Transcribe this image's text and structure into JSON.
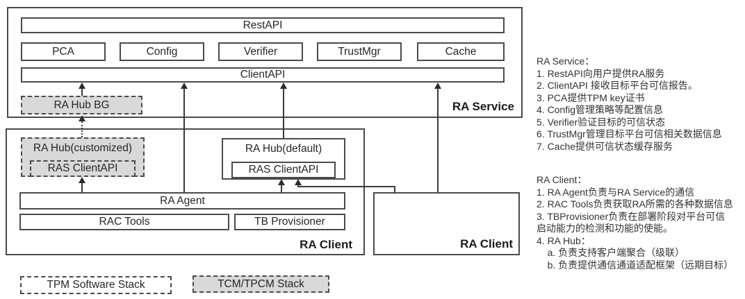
{
  "colors": {
    "border": "#4a4a4a",
    "gray_fill": "#d9d9d9",
    "line": "#3a3a3a",
    "text": "#262626"
  },
  "service": {
    "label": "RA Service",
    "rest_api": "RestAPI",
    "modules": [
      "PCA",
      "Config",
      "Verifier",
      "TrustMgr",
      "Cache"
    ],
    "client_api": "ClientAPI",
    "hub_bg": "RA Hub BG"
  },
  "client": {
    "label": "RA Client",
    "hub_customized": "RA Hub(customized)",
    "hub_customized_api": "RAS ClientAPI",
    "hub_default": "RA Hub(default)",
    "hub_default_api": "RAS ClientAPI",
    "agent": "RA Agent",
    "rac_tools": "RAC Tools",
    "tb_provisioner": "TB Provisioner"
  },
  "client_right": {
    "label": "RA Client"
  },
  "legend": {
    "tpm": "TPM Software Stack",
    "tcm": "TCM/TPCM Stack"
  },
  "notes": {
    "service_title": "RA Service：",
    "service_items": [
      "1. RestAPI向用户提供RA服务",
      "2. ClientAPI 接收目标平台可信报告。",
      "3. PCA提供TPM key证书",
      "4. Config管理策略等配置信息",
      "5. Verifier验证目标的可信状态",
      "6. TrustMgr管理目标平台可信相关数据信息",
      "7. Cache提供可信状态缓存服务"
    ],
    "client_title": "RA Client：",
    "client_items": [
      "1. RA Agent负责与RA Service的通信",
      "2. RAC Tools负责获取RA所需的各种数据信息",
      "3. TBProvisioner负责在部署阶段对平台可信",
      "启动能力的检测和功能的使能。",
      "4. RA Hub：",
      "    a. 负责支持客户端聚合（级联）",
      "    b. 负责提供通信通道适配框架（远期目标）"
    ]
  }
}
